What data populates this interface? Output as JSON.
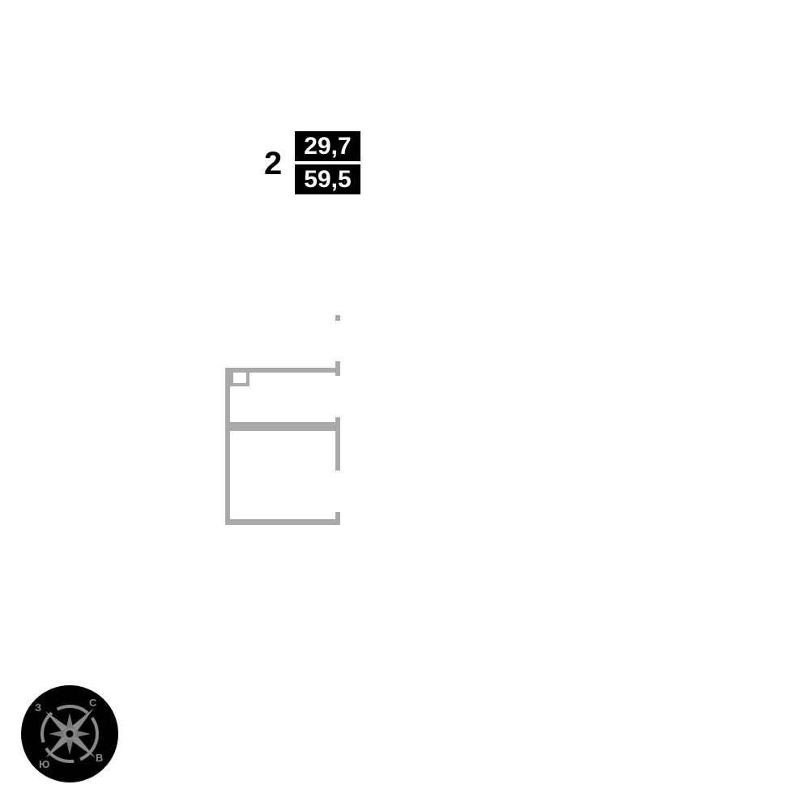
{
  "apartment": {
    "rooms": "2",
    "living_area": "29,7",
    "total_area": "59,5"
  },
  "compass": {
    "north": "С",
    "east": "В",
    "south": "Ю",
    "west": "З"
  }
}
